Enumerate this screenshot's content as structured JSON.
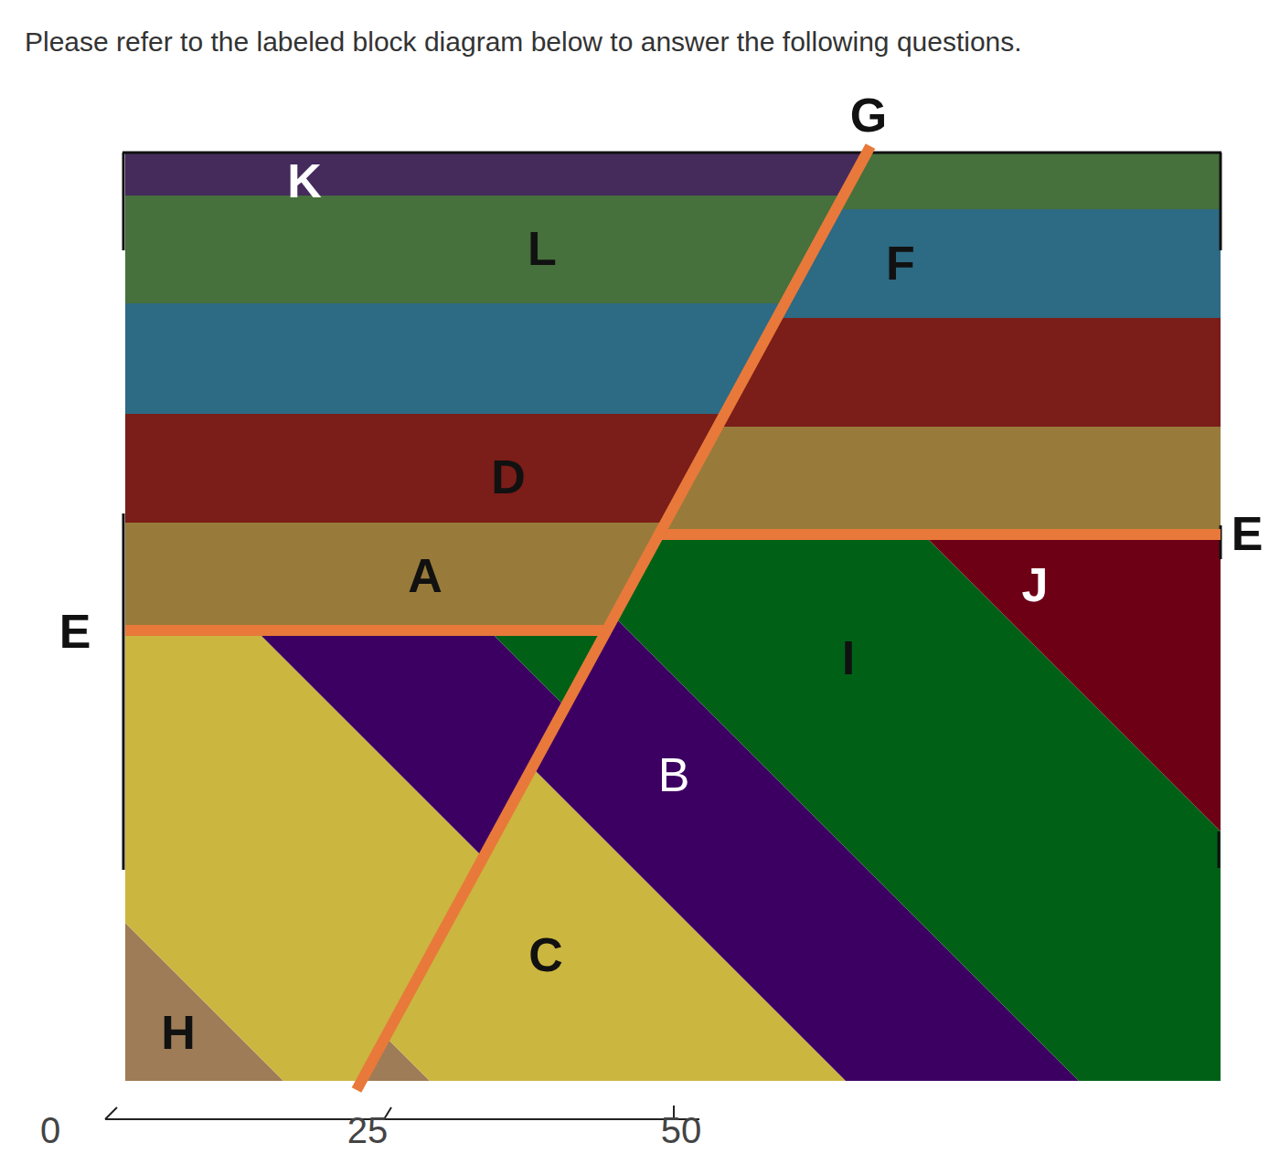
{
  "diagram": {
    "title": "Please refer to the labeled block diagram below to answer the following questions.",
    "labels": [
      "G",
      "K",
      "L",
      "F",
      "D",
      "A",
      "E",
      "E",
      "J",
      "I",
      "B",
      "C",
      "H",
      "0",
      "25",
      "50"
    ]
  }
}
